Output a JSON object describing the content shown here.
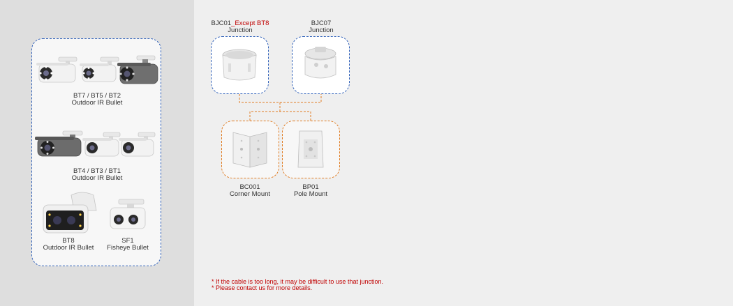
{
  "cameras": {
    "bullet_large": {
      "models": "BT7 / BT5 / BT2",
      "type": "Outdoor IR Bullet"
    },
    "bullet_small": {
      "models": "BT4 / BT3 / BT1",
      "type": "Outdoor IR Bullet"
    },
    "bt8": {
      "model": "BT8",
      "type": "Outdoor IR Bullet"
    },
    "sf1": {
      "model": "SF1",
      "type": "Fisheye Bullet"
    }
  },
  "accessories": {
    "bjc01": {
      "code": "BJC01",
      "note": "_Except BT8",
      "type": "Junction"
    },
    "bjc07": {
      "code": "BJC07",
      "type": "Junction"
    },
    "bc001": {
      "code": "BC001",
      "type": "Corner Mount"
    },
    "bp01": {
      "code": "BP01",
      "type": "Pole Mount"
    }
  },
  "notes": {
    "line1": "* If the cable is too long, it may be difficult to use that junction.",
    "line2": "* Please contact us for more details."
  },
  "colors": {
    "camera_group_border": "#2e5fb8",
    "junction_border": "#2e5fb8",
    "mount_border": "#e07b20",
    "note_text": "#c00000"
  }
}
